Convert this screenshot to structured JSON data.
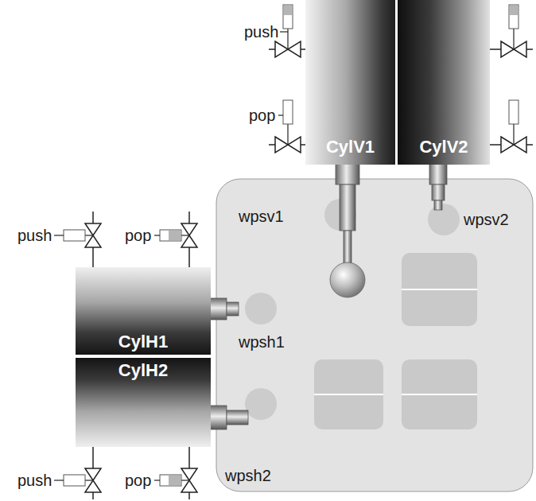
{
  "diagram": {
    "nodes": [
      {
        "text": [
          "CylV1"
        ]
      },
      {
        "text": [
          "CylV2"
        ]
      },
      {
        "text": [
          "CylH1"
        ]
      },
      {
        "text": [
          "CylH2"
        ]
      }
    ],
    "labels": [
      "push",
      "pop",
      "wpsv1",
      "wpsv2",
      "push",
      "pop",
      "wpsh1",
      "wpsh2",
      "push",
      "pop"
    ]
  }
}
